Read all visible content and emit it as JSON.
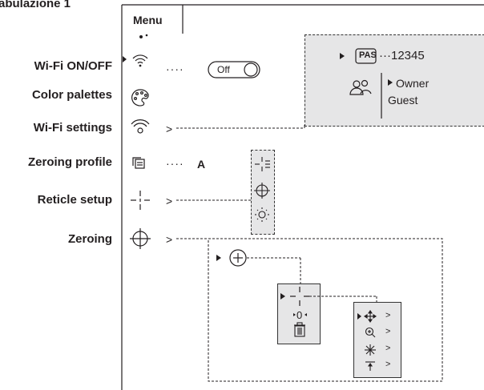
{
  "figure_title": "abulazione 1",
  "menu": {
    "title": "Menu"
  },
  "rows": [
    {
      "label": "Wi-Fi ON/OFF",
      "icon": "wifi-icon",
      "value": "Off",
      "leader": "····"
    },
    {
      "label": "Color palettes",
      "icon": "palette-icon"
    },
    {
      "label": "Wi-Fi settings",
      "icon": "wifi-settings-icon",
      "arrow": ">"
    },
    {
      "label": "Zeroing profile",
      "icon": "zeroing-profile-icon",
      "leader": "····",
      "value": "A"
    },
    {
      "label": "Reticle setup",
      "icon": "reticle-icon",
      "arrow": ">"
    },
    {
      "label": "Zeroing",
      "icon": "zeroing-icon",
      "arrow": ">"
    }
  ],
  "wifi_panel": {
    "password_badge": "PAS",
    "password_value": "···12345",
    "users": [
      "Owner",
      "Guest"
    ]
  },
  "zeroing_submenu": {
    "value_indicator": "0",
    "arrows": [
      ">",
      ">",
      ">",
      ">"
    ]
  },
  "colors": {
    "panel_bg": "#e6e6e7",
    "line": "#231f20"
  }
}
